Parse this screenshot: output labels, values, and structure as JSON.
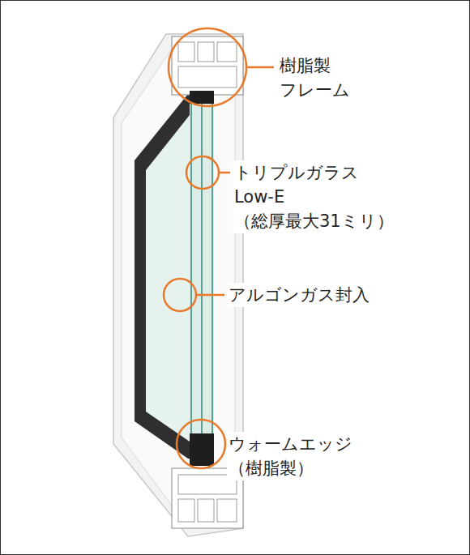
{
  "diagram": {
    "labels": [
      "樹脂製 フレーム",
      "トリプルガラス Low-E （総厚最大31ミリ）",
      "アルゴンガス封入",
      "ウォームエッジ （樹脂製）"
    ]
  }
}
